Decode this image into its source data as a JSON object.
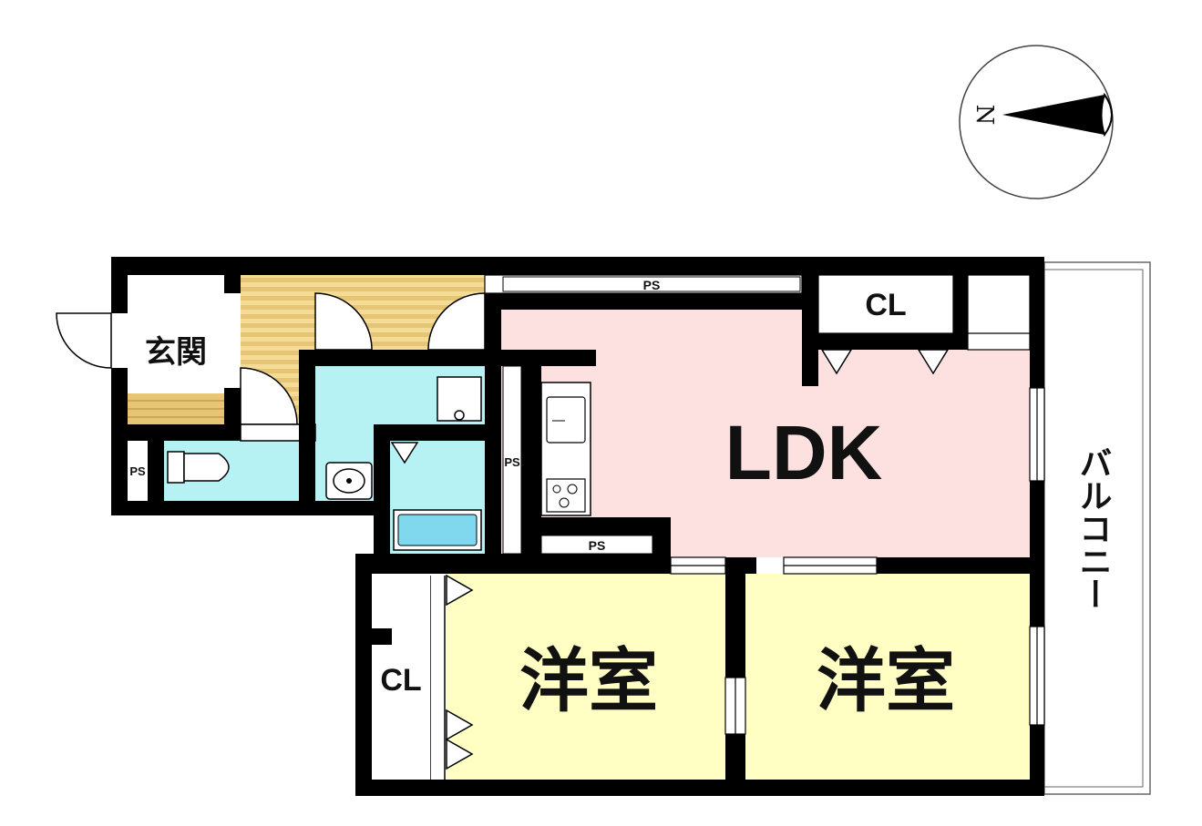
{
  "rooms": {
    "genkan": "玄関",
    "ldk": "LDK",
    "western_room_1": "洋室",
    "western_room_2": "洋室",
    "balcony": "バルコニー",
    "closet_ldk": "CL",
    "closet_room": "CL"
  },
  "pipe_spaces": {
    "top": "PS",
    "toilet": "PS",
    "middle": "PS",
    "kitchen": "PS"
  },
  "compass": {
    "north_label": "N",
    "north_direction": "left"
  },
  "colors": {
    "wall": "#000000",
    "ldk": "#fde0e0",
    "western_room": "#ffffc4",
    "wet_area": "#b6f2f4",
    "hallway_floor": "#e6c575",
    "hallway_stripe": "#f4dc96",
    "bathtub": "#7fd8ee"
  }
}
